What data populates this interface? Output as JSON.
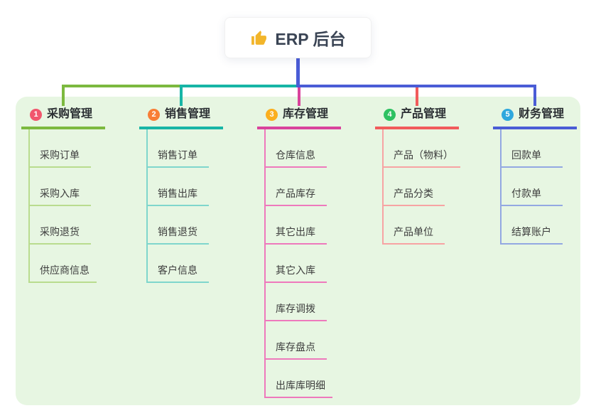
{
  "root": {
    "label": "ERP 后台",
    "icon": "thumbs-up-icon",
    "icon_color": "#f2b52a",
    "line_color": "#4a5cd6"
  },
  "panel": {
    "background": "#e7f6e2"
  },
  "branches": [
    {
      "index": "1",
      "label": "采购管理",
      "badge_color": "#f1566d",
      "line_color": "#7cb93f",
      "light_color": "#b9dc8e",
      "children": [
        "采购订单",
        "采购入库",
        "采购退货",
        "供应商信息"
      ]
    },
    {
      "index": "2",
      "label": "销售管理",
      "badge_color": "#f87e36",
      "line_color": "#17b5a6",
      "light_color": "#7fd6cc",
      "children": [
        "销售订单",
        "销售出库",
        "销售退货",
        "客户信息"
      ]
    },
    {
      "index": "3",
      "label": "库存管理",
      "badge_color": "#fbaf1e",
      "line_color": "#d9439c",
      "light_color": "#ee79bc",
      "children": [
        "仓库信息",
        "产品库存",
        "其它出库",
        "其它入库",
        "库存调拨",
        "库存盘点",
        "出库库明细"
      ]
    },
    {
      "index": "4",
      "label": "产品管理",
      "badge_color": "#2dc161",
      "line_color": "#f15b5b",
      "light_color": "#f7a3a3",
      "children": [
        "产品（物料）",
        "产品分类",
        "产品单位"
      ]
    },
    {
      "index": "5",
      "label": "财务管理",
      "badge_color": "#2fa8dd",
      "line_color": "#4a5cd6",
      "light_color": "#93a8e2",
      "children": [
        "回款单",
        "付款单",
        "结算账户"
      ]
    }
  ]
}
